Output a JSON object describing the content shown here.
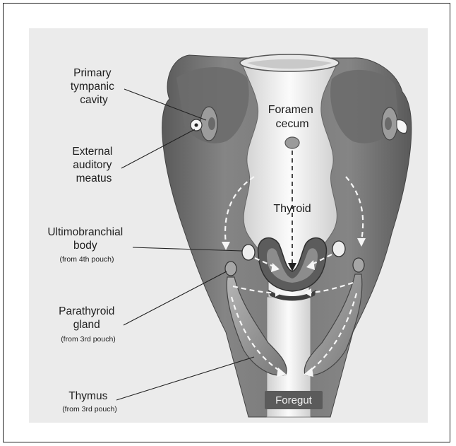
{
  "labels": {
    "primary_tympanic_cavity": [
      "Primary",
      "tympanic",
      "cavity"
    ],
    "external_auditory_meatus": [
      "External",
      "auditory",
      "meatus"
    ],
    "ultimobranchial_body": [
      "Ultimobranchial",
      "body",
      "(from 4th pouch)"
    ],
    "parathyroid_gland": [
      "Parathyroid",
      "gland",
      "(from 3rd pouch)"
    ],
    "thymus": [
      "Thymus",
      "(from 3rd pouch)"
    ],
    "foramen_cecum": [
      "Foramen",
      "cecum"
    ],
    "thyroid": "Thyroid",
    "foregut": "Foregut"
  },
  "colors": {
    "tissue_dark": "#6f6f6f",
    "tissue_mid": "#9a9a9a",
    "lumen_light": "#f4f4f4",
    "panel_bg": "#ebebeb"
  }
}
